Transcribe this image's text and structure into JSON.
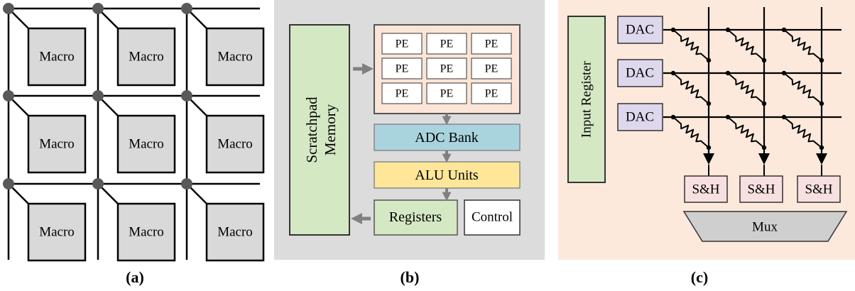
{
  "panel_a": {
    "macro_label": "Macro",
    "caption": "(a)"
  },
  "panel_b": {
    "scratchpad_label_line1": "Scratchpad",
    "scratchpad_label_line2": "Memory",
    "pe_label": "PE",
    "adc_bank_label": "ADC Bank",
    "alu_units_label": "ALU Units",
    "registers_label": "Registers",
    "control_label": "Control",
    "caption": "(b)"
  },
  "panel_c": {
    "input_register_label": "Input Register",
    "dac_label": "DAC",
    "sample_hold_label": "S&H",
    "mux_label": "Mux",
    "caption": "(c)"
  },
  "colors": {
    "macro_fill": "#d9d9d9",
    "panel_b_bg": "#dcdcdc",
    "pe_array_bg": "#fbe5d6",
    "scratchpad_fill": "#d5e8c4",
    "adc_fill": "#a9d4de",
    "alu_fill": "#ffe699",
    "registers_fill": "#d5e8c4",
    "panel_c_bg": "#fde9dc",
    "input_register_fill": "#d5e8c4",
    "dac_fill": "#ddd8ec",
    "sh_fill": "#f8e0e0",
    "mux_fill": "#cfcfcf",
    "arrow_gray": "#808080"
  }
}
